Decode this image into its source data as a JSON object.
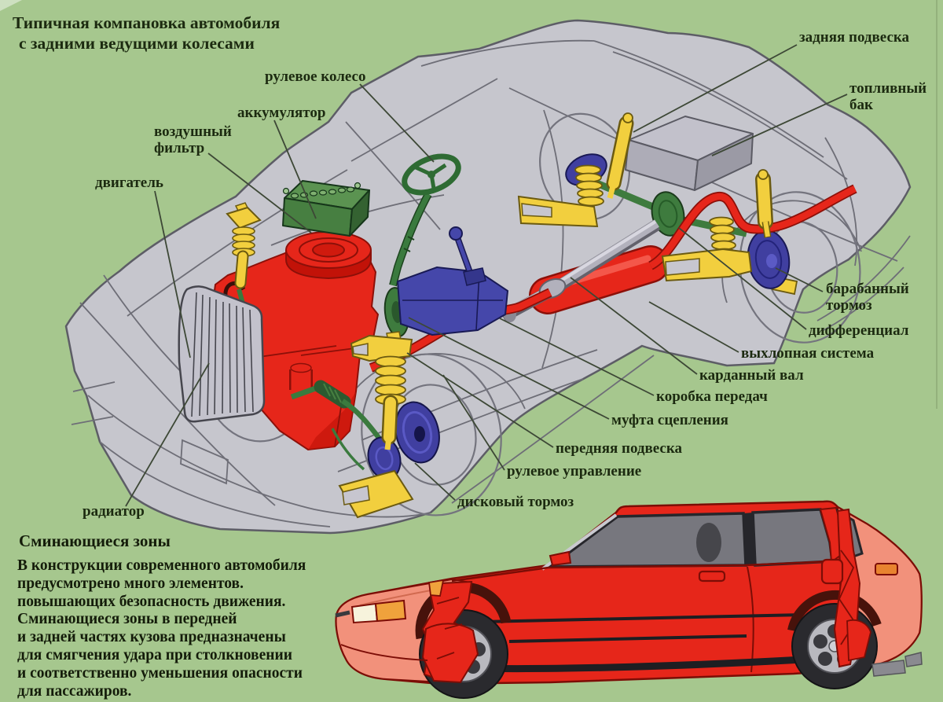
{
  "title": {
    "line1": "Типичная компановка автомобиля",
    "line2": "с задними ведущими колесами"
  },
  "labels": [
    {
      "id": "steering-wheel",
      "text": "рулевое колесо"
    },
    {
      "id": "battery",
      "text": "аккумулятор"
    },
    {
      "id": "air-filter",
      "text": "воздушный\nфильтр"
    },
    {
      "id": "engine",
      "text": "двигатель"
    },
    {
      "id": "radiator",
      "text": "радиатор"
    },
    {
      "id": "rear-suspension",
      "text": "задняя подвеска"
    },
    {
      "id": "fuel-tank",
      "text": "топливный\nбак"
    },
    {
      "id": "drum-brake",
      "text": "барабанный\nтормоз"
    },
    {
      "id": "differential",
      "text": "дифференциал"
    },
    {
      "id": "exhaust-system",
      "text": "выхлопная система"
    },
    {
      "id": "driveshaft",
      "text": "карданный вал"
    },
    {
      "id": "gearbox",
      "text": "коробка передач"
    },
    {
      "id": "clutch",
      "text": "муфта сцепления"
    },
    {
      "id": "front-suspension",
      "text": "передняя подвеска"
    },
    {
      "id": "steering",
      "text": "рулевое управление"
    },
    {
      "id": "disc-brake",
      "text": "дисковый тормоз"
    }
  ],
  "crumple_zones": {
    "heading": "Сминающиеся зоны",
    "body": "В конструкции современного автомобиля\nпредусмотрено много элементов.\nповышающих безопасность движения.\nСминающиеся зоны в передней\nи задней частях кузова предназначены\nдля смягчения удара при столкновении\nи соответственно уменьшения опасности\nдля пассажиров."
  },
  "colors": {
    "background": "#a6c78e",
    "car_body_gray": "#c7c6cf",
    "outline_gray": "#5d5d66",
    "engine_red": "#e6261a",
    "suspension_yellow": "#f2cf3e",
    "drivetrain_green": "#3e7b3e",
    "gearbox_blue": "#4547aa",
    "wheel_blue": "#403fa0",
    "crumple_salmon": "#f2917b",
    "label_text": "#1c2a10"
  }
}
